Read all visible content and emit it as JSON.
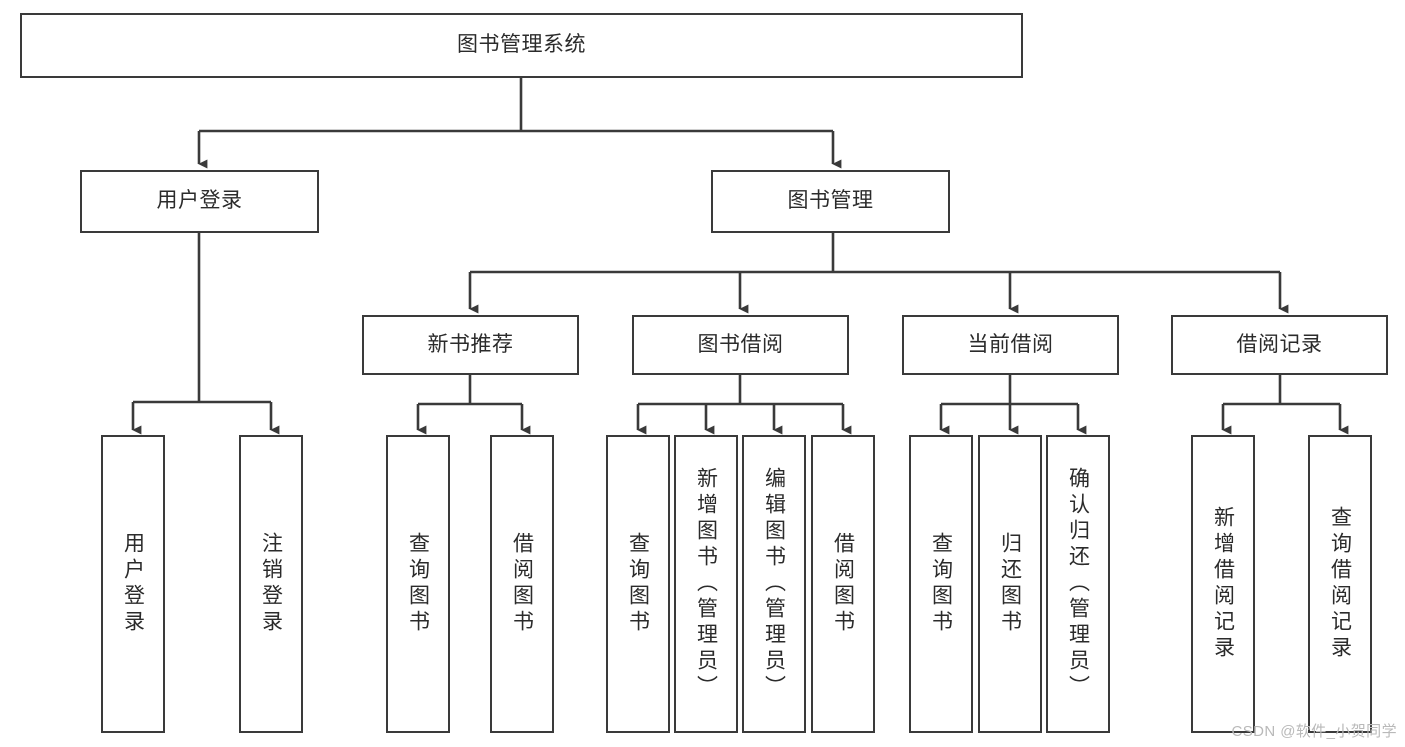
{
  "diagram": {
    "type": "tree",
    "title": "图书管理系统",
    "orientation": "top-down",
    "root": {
      "label": "图书管理系统"
    },
    "level2": [
      {
        "label": "用户登录"
      },
      {
        "label": "图书管理"
      }
    ],
    "level3": [
      {
        "label": "新书推荐"
      },
      {
        "label": "图书借阅"
      },
      {
        "label": "当前借阅"
      },
      {
        "label": "借阅记录"
      }
    ],
    "leaves": {
      "user_login": [
        {
          "label": "用户登录"
        },
        {
          "label": "注销登录"
        }
      ],
      "new_book_recommend": [
        {
          "label": "查询图书"
        },
        {
          "label": "借阅图书"
        }
      ],
      "book_borrow": [
        {
          "label": "查询图书"
        },
        {
          "label": "新增图书（管理员）"
        },
        {
          "label": "编辑图书（管理员）"
        },
        {
          "label": "借阅图书"
        }
      ],
      "current_borrow": [
        {
          "label": "查询图书"
        },
        {
          "label": "归还图书"
        },
        {
          "label": "确认归还（管理员）"
        }
      ],
      "borrow_record": [
        {
          "label": "新增借阅记录"
        },
        {
          "label": "查询借阅记录"
        }
      ]
    }
  },
  "colors": {
    "stroke": "#3a3a3a",
    "text": "#2b2b2b",
    "background": "#ffffff",
    "watermark": "#b9b9b9"
  },
  "watermark": {
    "text": "CSDN @软件_小贺同学"
  }
}
